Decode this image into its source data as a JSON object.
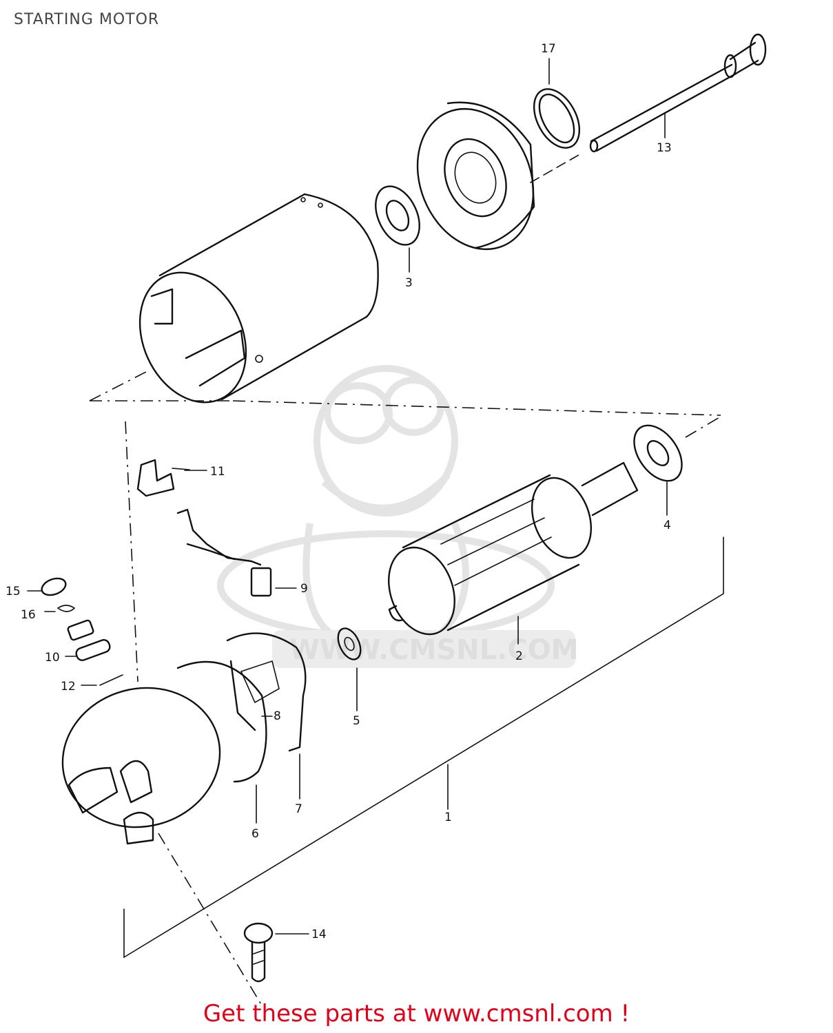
{
  "header": {
    "title": "STARTING MOTOR"
  },
  "watermark": {
    "text": "WWW.CMSNL.COM"
  },
  "footer": {
    "promo": "Get these parts at www.cmsnl.com !",
    "accent": "#e0001a"
  },
  "parts": {
    "p1": "1",
    "p2": "2",
    "p3": "3",
    "p4": "4",
    "p5": "5",
    "p6": "6",
    "p7": "7",
    "p8": "8",
    "p9": "9",
    "p10": "10",
    "p11": "11",
    "p12": "12",
    "p13": "13",
    "p14": "14",
    "p15": "15",
    "p16": "16",
    "p17": "17"
  }
}
